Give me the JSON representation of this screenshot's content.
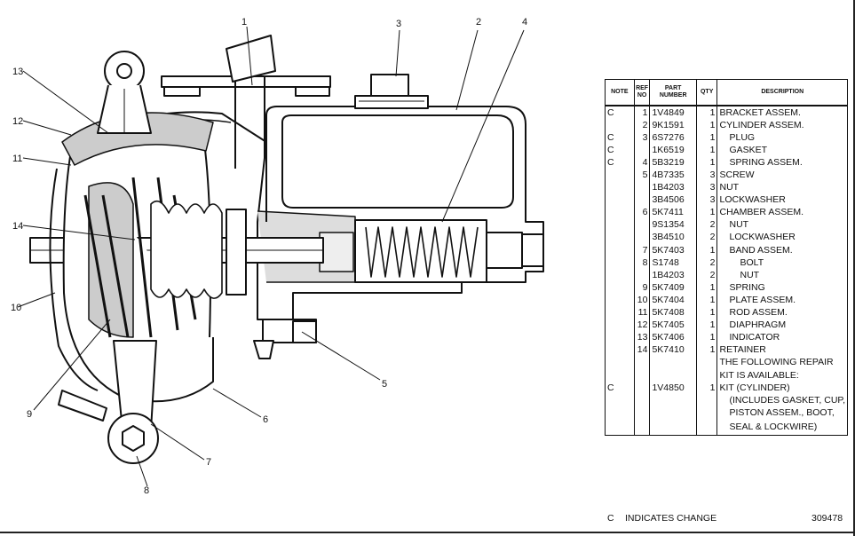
{
  "callouts": [
    "1",
    "2",
    "3",
    "4",
    "5",
    "6",
    "7",
    "8",
    "9",
    "10",
    "11",
    "12",
    "13",
    "14"
  ],
  "table": {
    "headers": {
      "note": "NOTE",
      "ref_no": "REF NO",
      "part_number": "PART NUMBER",
      "qty": "QTY",
      "description": "DESCRIPTION"
    },
    "rows": [
      {
        "note": "C",
        "ref": "1",
        "part": "1V4849",
        "qty": "1",
        "desc": "BRACKET ASSEM.",
        "indent": 0
      },
      {
        "note": "",
        "ref": "2",
        "part": "9K1591",
        "qty": "1",
        "desc": "CYLINDER ASSEM.",
        "indent": 0
      },
      {
        "note": "C",
        "ref": "3",
        "part": "6S7276",
        "qty": "1",
        "desc": "PLUG",
        "indent": 1
      },
      {
        "note": "C",
        "ref": "",
        "part": "1K6519",
        "qty": "1",
        "desc": "GASKET",
        "indent": 1
      },
      {
        "note": "C",
        "ref": "4",
        "part": "5B3219",
        "qty": "1",
        "desc": "SPRING ASSEM.",
        "indent": 1
      },
      {
        "note": "",
        "ref": "5",
        "part": "4B7335",
        "qty": "3",
        "desc": "SCREW",
        "indent": 0
      },
      {
        "note": "",
        "ref": "",
        "part": "1B4203",
        "qty": "3",
        "desc": "NUT",
        "indent": 0
      },
      {
        "note": "",
        "ref": "",
        "part": "3B4506",
        "qty": "3",
        "desc": "LOCKWASHER",
        "indent": 0
      },
      {
        "note": "",
        "ref": "6",
        "part": "5K7411",
        "qty": "1",
        "desc": "CHAMBER ASSEM.",
        "indent": 0
      },
      {
        "note": "",
        "ref": "",
        "part": "9S1354",
        "qty": "2",
        "desc": "NUT",
        "indent": 1
      },
      {
        "note": "",
        "ref": "",
        "part": "3B4510",
        "qty": "2",
        "desc": "LOCKWASHER",
        "indent": 1
      },
      {
        "note": "",
        "ref": "7",
        "part": "5K7403",
        "qty": "1",
        "desc": "BAND ASSEM.",
        "indent": 1
      },
      {
        "note": "",
        "ref": "8",
        "part": "S1748",
        "qty": "2",
        "desc": "BOLT",
        "indent": 2
      },
      {
        "note": "",
        "ref": "",
        "part": "1B4203",
        "qty": "2",
        "desc": "NUT",
        "indent": 2
      },
      {
        "note": "",
        "ref": "9",
        "part": "5K7409",
        "qty": "1",
        "desc": "SPRING",
        "indent": 1
      },
      {
        "note": "",
        "ref": "10",
        "part": "5K7404",
        "qty": "1",
        "desc": "PLATE ASSEM.",
        "indent": 1
      },
      {
        "note": "",
        "ref": "11",
        "part": "5K7408",
        "qty": "1",
        "desc": "ROD ASSEM.",
        "indent": 1
      },
      {
        "note": "",
        "ref": "12",
        "part": "5K7405",
        "qty": "1",
        "desc": "DIAPHRAGM",
        "indent": 1
      },
      {
        "note": "",
        "ref": "13",
        "part": "5K7406",
        "qty": "1",
        "desc": "INDICATOR",
        "indent": 1
      },
      {
        "note": "",
        "ref": "14",
        "part": "5K7410",
        "qty": "1",
        "desc": "RETAINER",
        "indent": 0
      },
      {
        "note": "",
        "ref": "",
        "part": "",
        "qty": "",
        "desc": "THE FOLLOWING REPAIR",
        "indent": 0
      },
      {
        "note": "",
        "ref": "",
        "part": "",
        "qty": "",
        "desc": "KIT IS AVAILABLE:",
        "indent": 0
      },
      {
        "note": "C",
        "ref": "",
        "part": "1V4850",
        "qty": "1",
        "desc": "KIT (CYLINDER)",
        "indent": 0
      },
      {
        "note": "",
        "ref": "",
        "part": "",
        "qty": "",
        "desc": "(INCLUDES GASKET, CUP,",
        "indent": 1
      },
      {
        "note": "",
        "ref": "",
        "part": "",
        "qty": "",
        "desc": "PISTON ASSEM., BOOT,",
        "indent": 1
      },
      {
        "note": "",
        "ref": "",
        "part": "",
        "qty": "",
        "desc": "SEAL & LOCKWIRE)",
        "indent": 1
      }
    ]
  },
  "legend": {
    "code": "C",
    "text": "INDICATES CHANGE"
  },
  "drawing_number": "309478"
}
